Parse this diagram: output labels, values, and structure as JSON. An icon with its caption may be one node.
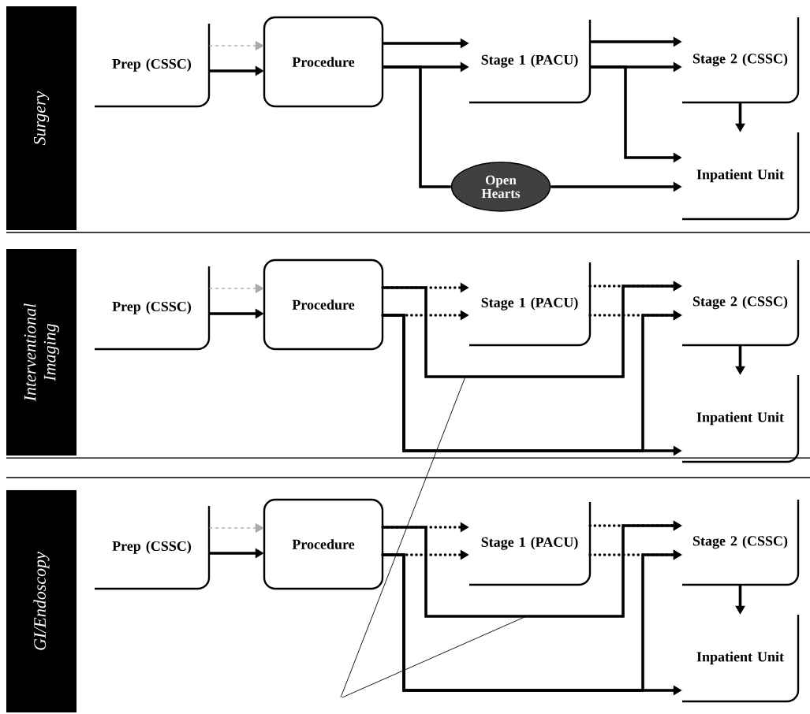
{
  "diagram": {
    "nodes": [
      {
        "text": [
          "Surgery"
        ]
      },
      {
        "text": [
          "Prep (CSSC)"
        ]
      },
      {
        "text": [
          "Procedure"
        ]
      },
      {
        "text": [
          "Stage 1 (PACU)"
        ]
      },
      {
        "text": [
          "Stage 2 (CSSC)"
        ]
      },
      {
        "text": [
          "Inpatient Unit"
        ]
      },
      {
        "text": [
          "Open Hearts"
        ]
      },
      {
        "text": [
          "Interventional Imaging"
        ]
      },
      {
        "text": [
          "Prep (CSSC)"
        ]
      },
      {
        "text": [
          "Procedure"
        ]
      },
      {
        "text": [
          "Stage 1 (PACU)"
        ]
      },
      {
        "text": [
          "Stage 2 (CSSC)"
        ]
      },
      {
        "text": [
          "Inpatient Unit"
        ]
      },
      {
        "text": [
          "GI/Endoscopy"
        ]
      },
      {
        "text": [
          "Prep (CSSC)"
        ]
      },
      {
        "text": [
          "Procedure"
        ]
      },
      {
        "text": [
          "Stage 1 (PACU)"
        ]
      },
      {
        "text": [
          "Stage 2 (CSSC)"
        ]
      },
      {
        "text": [
          "Inpatient Unit"
        ]
      }
    ],
    "edges": [
      {
        "from": 1,
        "to": 2,
        "arrow": "to"
      },
      {
        "from": 1,
        "to": 2,
        "arrow": "to",
        "style": "dashed",
        "color": "#aaaaaa"
      },
      {
        "from": 2,
        "to": 3,
        "arrow": "to"
      },
      {
        "from": 2,
        "to": 3,
        "arrow": "to"
      },
      {
        "from": 2,
        "to": 6,
        "arrow": "none"
      },
      {
        "from": 6,
        "to": 5,
        "arrow": "to"
      },
      {
        "from": 3,
        "to": 4,
        "arrow": "to"
      },
      {
        "from": 3,
        "to": 4,
        "arrow": "to"
      },
      {
        "from": 3,
        "to": 5,
        "arrow": "to"
      },
      {
        "from": 4,
        "to": 5,
        "arrow": "to"
      },
      {
        "from": 8,
        "to": 9,
        "arrow": "to"
      },
      {
        "from": 8,
        "to": 9,
        "arrow": "to",
        "style": "dashed",
        "color": "#aaaaaa"
      },
      {
        "from": 9,
        "to": 10,
        "arrow": "to",
        "style": "dashed"
      },
      {
        "from": 9,
        "to": 10,
        "arrow": "to",
        "style": "dashed"
      },
      {
        "from": 9,
        "to": 11,
        "arrow": "to"
      },
      {
        "from": 9,
        "to": 12,
        "arrow": "to"
      },
      {
        "from": 9,
        "to": 11,
        "arrow": "to"
      },
      {
        "from": 10,
        "to": 11,
        "arrow": "to",
        "style": "dashed"
      },
      {
        "from": 10,
        "to": 11,
        "arrow": "to",
        "style": "dashed"
      },
      {
        "from": 11,
        "to": 12,
        "arrow": "to"
      },
      {
        "from": 14,
        "to": 15,
        "arrow": "to"
      },
      {
        "from": 14,
        "to": 15,
        "arrow": "to",
        "style": "dashed",
        "color": "#aaaaaa"
      },
      {
        "from": 15,
        "to": 16,
        "arrow": "to",
        "style": "dashed"
      },
      {
        "from": 15,
        "to": 16,
        "arrow": "to",
        "style": "dashed"
      },
      {
        "from": 15,
        "to": 17,
        "arrow": "to"
      },
      {
        "from": 15,
        "to": 18,
        "arrow": "to"
      },
      {
        "from": 15,
        "to": 17,
        "arrow": "to"
      },
      {
        "from": 16,
        "to": 17,
        "arrow": "to",
        "style": "dashed"
      },
      {
        "from": 16,
        "to": 17,
        "arrow": "to",
        "style": "dashed"
      },
      {
        "from": 17,
        "to": 18,
        "arrow": "to"
      }
    ]
  }
}
